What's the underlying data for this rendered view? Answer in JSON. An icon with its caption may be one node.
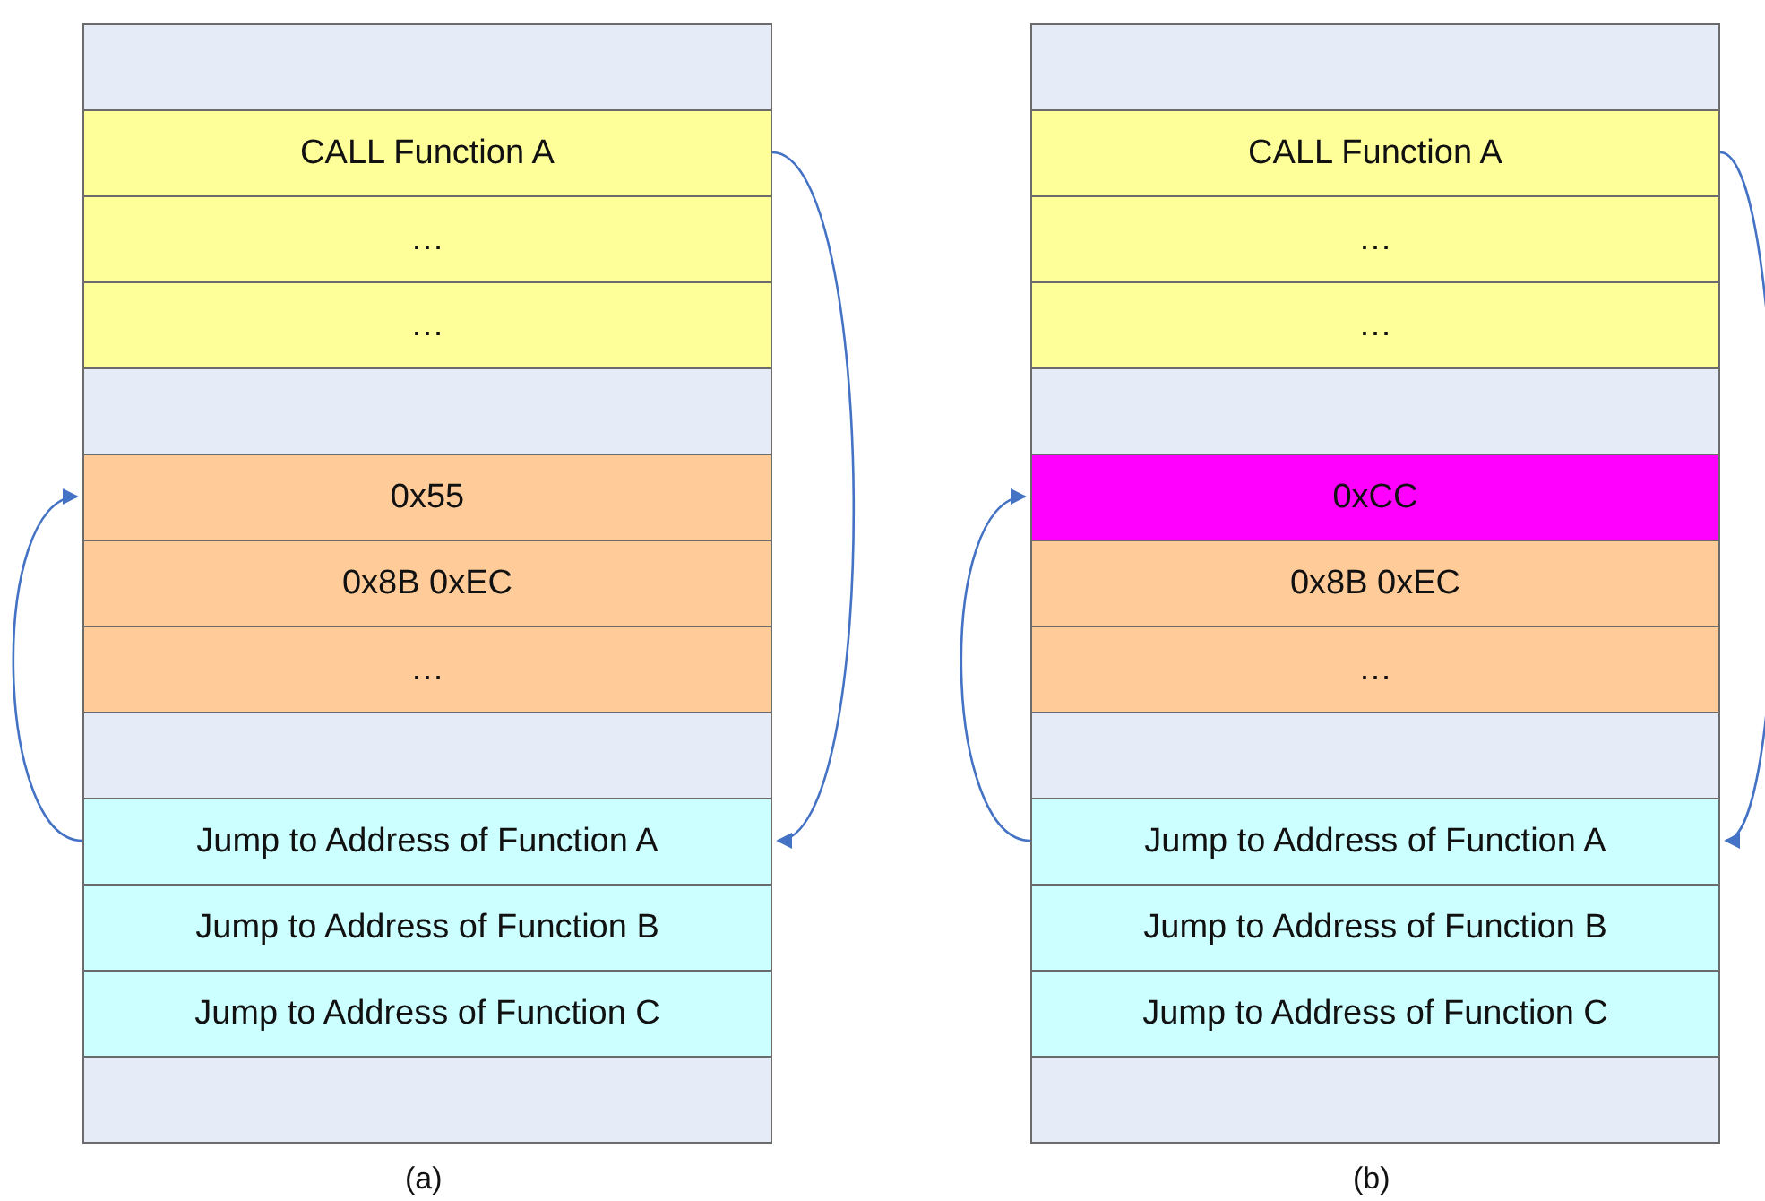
{
  "diagram": {
    "nodes": [
      {
        "text": [],
        "shape": "box"
      },
      {
        "text": [
          "CALL Function A"
        ]
      },
      {
        "text": [
          "…"
        ]
      },
      {
        "text": [
          "…"
        ]
      },
      {
        "text": [],
        "shape": "box"
      },
      {
        "text": [
          "0x55"
        ]
      },
      {
        "text": [
          "0x8B 0xEC"
        ]
      },
      {
        "text": [
          "…"
        ]
      },
      {
        "text": [],
        "shape": "box"
      },
      {
        "text": [
          "Jump to Address of Function A"
        ]
      },
      {
        "text": [
          "Jump to Address of Function B"
        ]
      },
      {
        "text": [
          "Jump to Address of Function C"
        ]
      },
      {
        "text": [],
        "shape": "box"
      },
      {
        "text": [],
        "shape": "box"
      },
      {
        "text": [
          "CALL Function A"
        ]
      },
      {
        "text": [
          "…"
        ]
      },
      {
        "text": [
          "…"
        ]
      },
      {
        "text": [],
        "shape": "box"
      },
      {
        "text": [
          "0xCC"
        ]
      },
      {
        "text": [
          "0x8B 0xEC"
        ]
      },
      {
        "text": [
          "…"
        ]
      },
      {
        "text": [],
        "shape": "box"
      },
      {
        "text": [
          "Jump to Address of Function A"
        ]
      },
      {
        "text": [
          "Jump to Address of Function B"
        ]
      },
      {
        "text": [
          "Jump to Address of Function C"
        ]
      },
      {
        "text": [],
        "shape": "box"
      }
    ],
    "edges": [
      {
        "from": 1,
        "to": 9,
        "arrow": "to"
      },
      {
        "from": 9,
        "to": 5,
        "arrow": "to"
      },
      {
        "from": 14,
        "to": 22,
        "arrow": "to"
      },
      {
        "from": 22,
        "to": 18,
        "arrow": "to"
      }
    ],
    "labels": [
      "(a)",
      "(b)"
    ]
  }
}
